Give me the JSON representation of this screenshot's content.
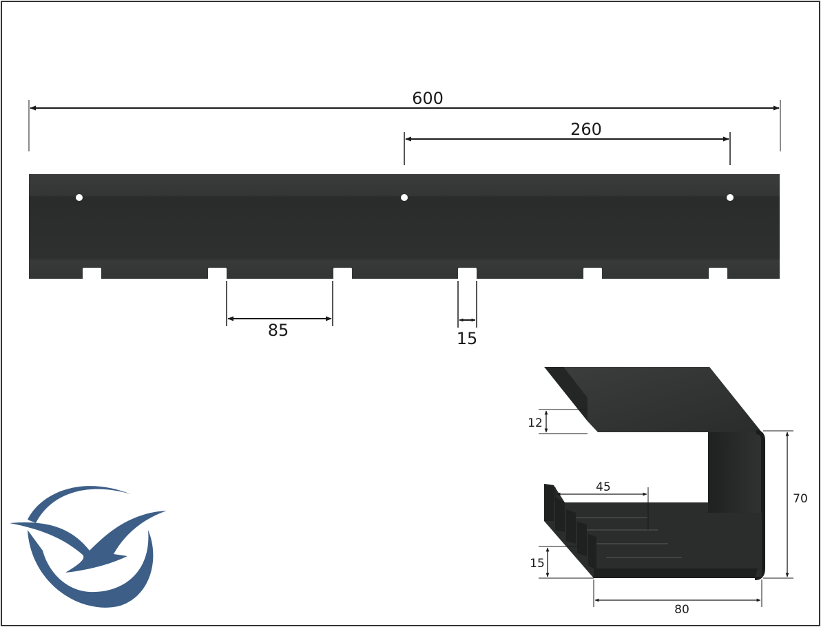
{
  "colors": {
    "border": "#333333",
    "rail": "#333535",
    "rail_face": "#2a2c2c",
    "rail_edge": "#404242",
    "profile": "#2b2d2d",
    "logo": "#3d5f87",
    "line": "#1a1a1a"
  },
  "front_view": {
    "overall_width": "600",
    "hole_spacing": "260",
    "slot_pitch": "85",
    "slot_width": "15"
  },
  "profile_view": {
    "top_lip": "12",
    "inner_depth": "45",
    "bottom_lip": "15",
    "height": "70",
    "width": "80"
  },
  "logo": {
    "icon": "bird-in-circle-icon"
  }
}
